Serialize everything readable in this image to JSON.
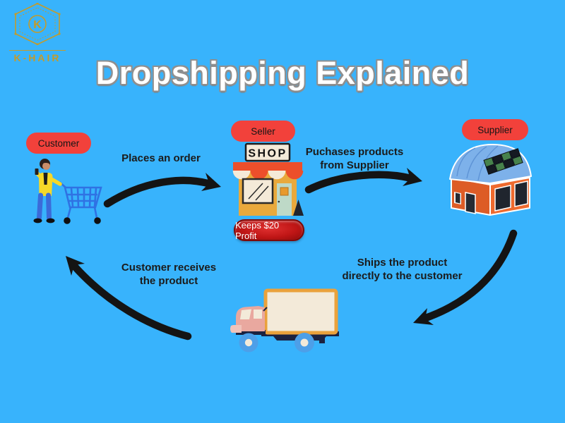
{
  "brand": {
    "monogram": "K",
    "name": "K-HAIR"
  },
  "title": "Dropshipping Explained",
  "nodes": {
    "customer": {
      "label": "Customer"
    },
    "seller": {
      "label": "Seller",
      "shop_sign": "SHOP",
      "profit_badge": "Keeps $20 Profit"
    },
    "supplier": {
      "label": "Supplier"
    }
  },
  "steps": {
    "places_order": {
      "line1": "Places an order"
    },
    "purchases": {
      "line1": "Puchases products",
      "line2": "from Supplier"
    },
    "ships": {
      "line1": "Ships the product",
      "line2": "directly to the customer"
    },
    "receives": {
      "line1": "Customer receives",
      "line2": "the product"
    }
  },
  "colors": {
    "background": "#38b3fc",
    "label_pill": "#f2413b",
    "arrow": "#141414",
    "profit_button_red": "#b81414",
    "brand_gold": "#c49b2a",
    "title_text": "#ffffff",
    "title_outline": "#8f8f8f",
    "shop_awning": "#ec4f2b",
    "shop_wall": "#e9a93c",
    "warehouse_wall": "#ef6a2e",
    "warehouse_roof": "#7db1ea",
    "truck_cab": "#e9a89f",
    "cream": "#f4ead8"
  }
}
